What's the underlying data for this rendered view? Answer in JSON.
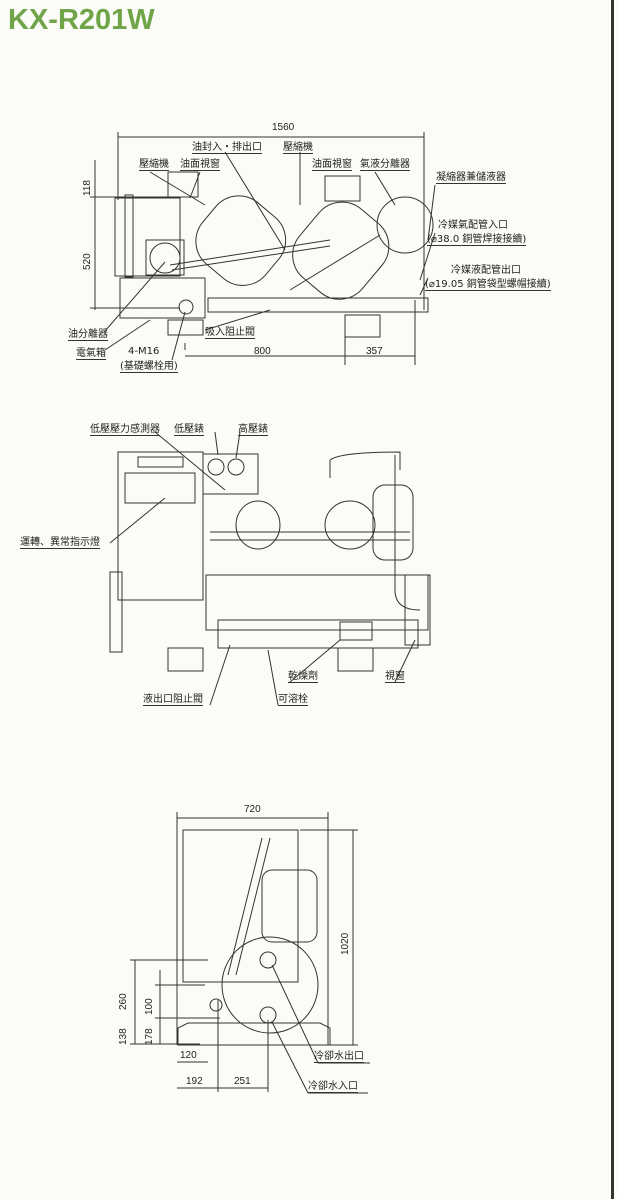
{
  "title": "KX-R201W",
  "colors": {
    "title": "#6fa548",
    "line": "#333333",
    "background": "#fbfbf7"
  },
  "top_view": {
    "dims": {
      "width": "1560",
      "h1": "118",
      "h2": "520",
      "d1": "800",
      "d2": "357"
    },
    "labels": {
      "oil_port": "油封入・排出口",
      "compressor_left": "壓縮機",
      "oil_window_left": "油面視窗",
      "compressor_right": "壓縮機",
      "oil_window_right": "油面視窗",
      "separator": "氣液分離器",
      "condenser": "凝縮器兼儲液器",
      "gas_inlet": "冷媒氣配管入口",
      "gas_inlet_spec": "(⌀38.0 銅管焊接接續)",
      "liquid_outlet": "冷媒液配管出口",
      "liquid_outlet_spec": "(⌀19.05 銅管袋型螺帽接續)",
      "oil_separator": "油分離器",
      "electric_box": "電氣箱",
      "bolt": "4-M16",
      "bolt_use": "(基礎螺栓用)",
      "suction_valve": "吸入阻止閥"
    }
  },
  "front_view": {
    "labels": {
      "lp_sensor": "低壓壓力感測器",
      "lp_gauge": "低壓錶",
      "hp_gauge": "高壓錶",
      "indicator": "運轉、異常指示燈",
      "dryer": "乾燥劑",
      "sight_glass": "視窗",
      "liquid_valve": "液出口阻止閥",
      "fusible_plug": "可溶栓"
    }
  },
  "side_view": {
    "dims": {
      "width": "720",
      "height": "1020",
      "h260": "260",
      "h100": "100",
      "h138": "138",
      "h178": "178",
      "w120": "120",
      "w192": "192",
      "w251": "251"
    },
    "labels": {
      "water_out": "冷卻水出口",
      "water_in": "冷卻水入口"
    }
  }
}
